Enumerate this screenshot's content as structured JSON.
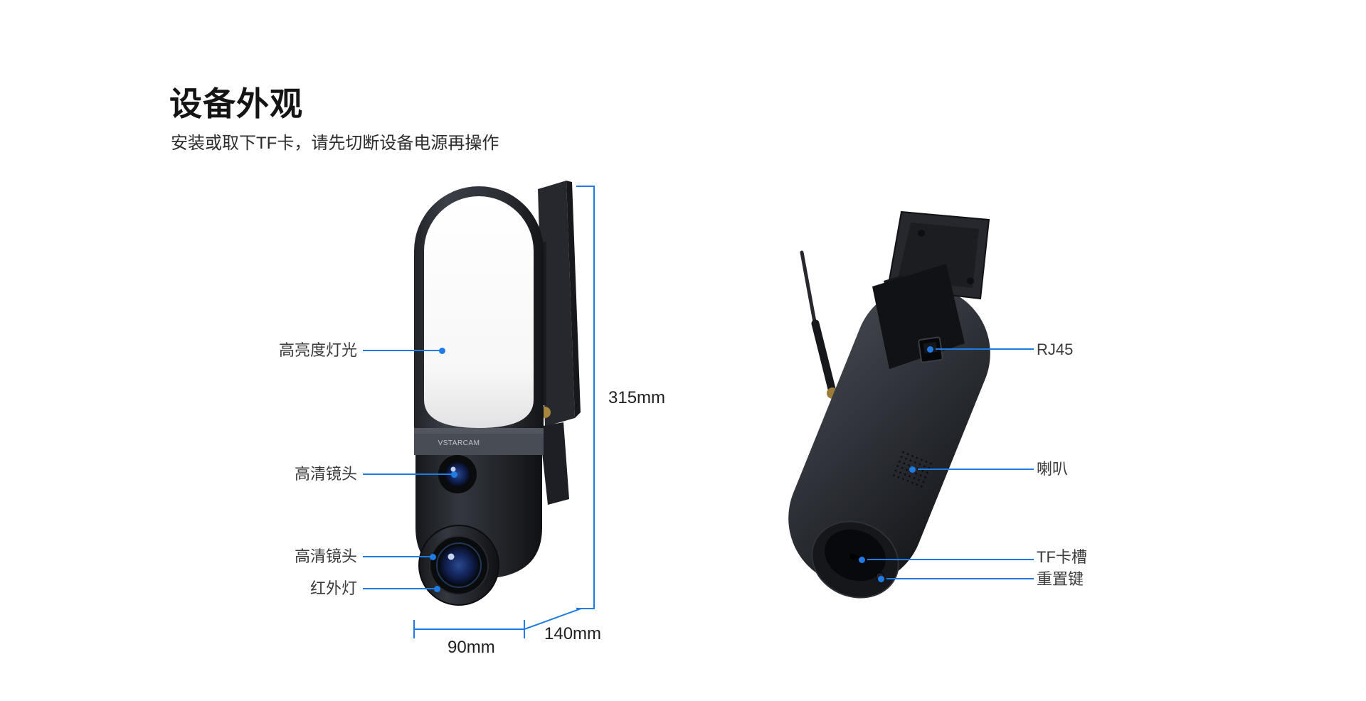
{
  "colors": {
    "accent": "#1F7CE4",
    "label_text": "#3a3a3a",
    "title_text": "#141414"
  },
  "header": {
    "title": "设备外观",
    "subtitle": "安装或取下TF卡，请先切断设备电源再操作"
  },
  "front_view": {
    "logo": "VSTARCAM",
    "callouts": [
      {
        "label": "高亮度灯光"
      },
      {
        "label": "高清镜头"
      },
      {
        "label": "高清镜头"
      },
      {
        "label": "红外灯"
      }
    ],
    "dimensions": {
      "height": "315mm",
      "width": "90mm",
      "depth": "140mm"
    }
  },
  "rear_view": {
    "callouts": [
      {
        "label": "RJ45"
      },
      {
        "label": "喇叭"
      },
      {
        "label": "TF卡槽"
      },
      {
        "label": "重置键"
      }
    ]
  }
}
